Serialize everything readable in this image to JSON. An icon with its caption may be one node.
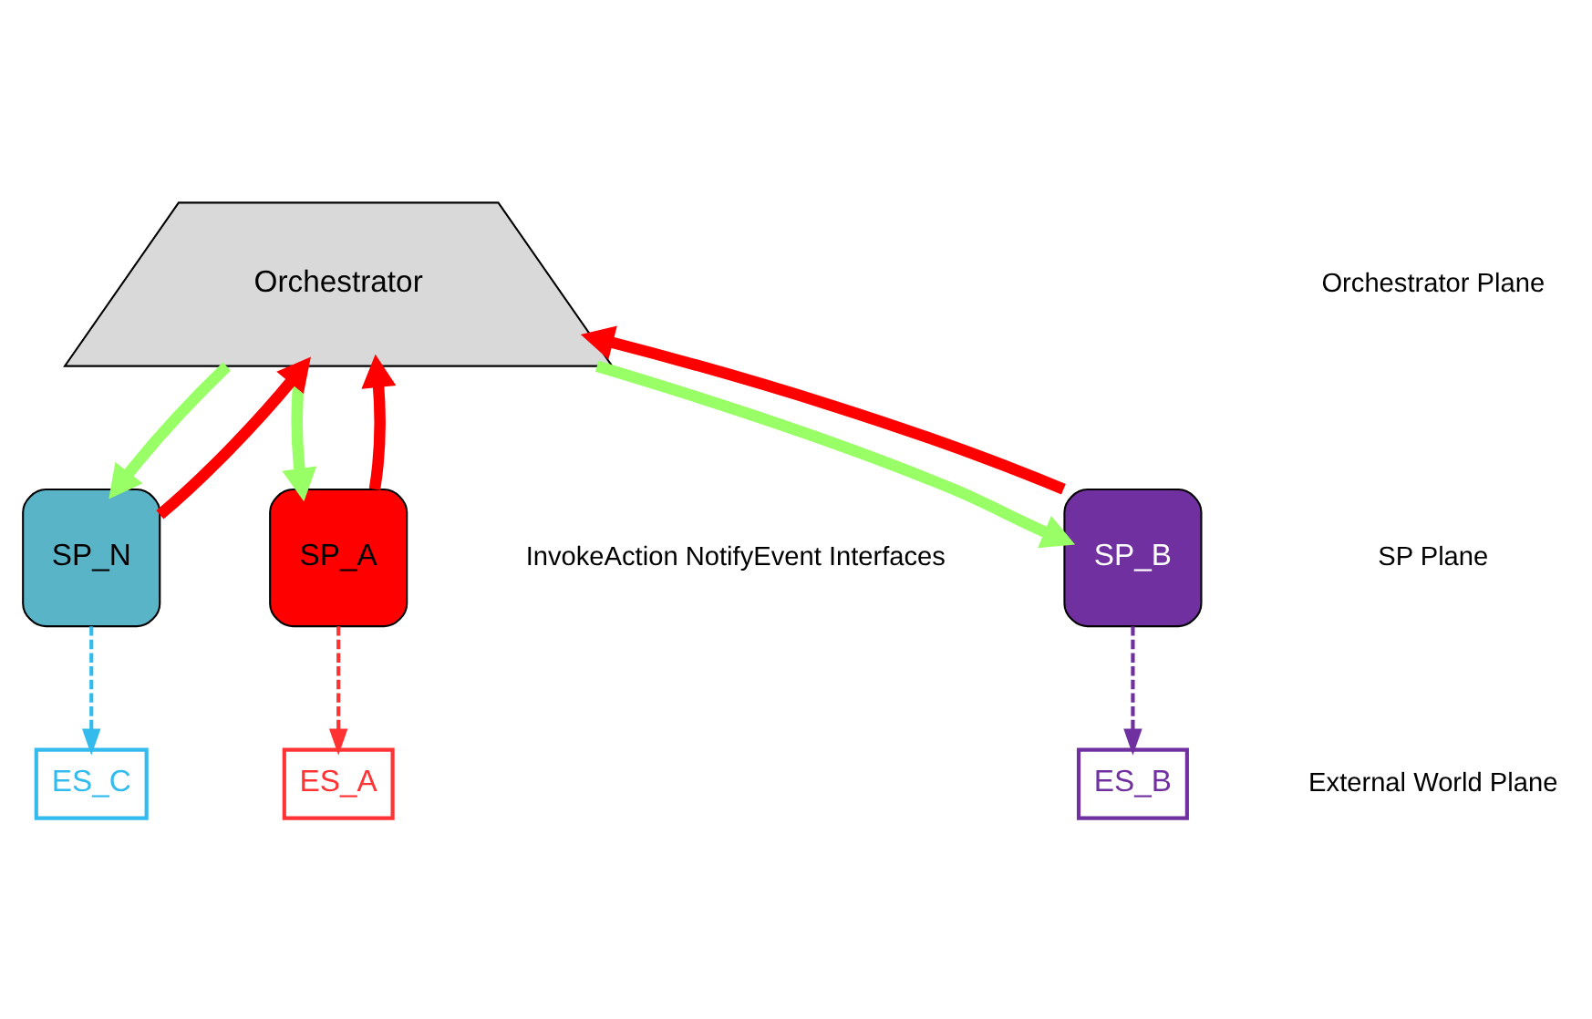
{
  "diagram": {
    "nodes": [
      {
        "text": [
          "Orchestrator"
        ]
      },
      {
        "text": [
          "SP_A"
        ]
      },
      {
        "text": [
          "SP_B"
        ]
      },
      {
        "text": [
          "SP_N"
        ]
      },
      {
        "text": [
          "ES_A"
        ]
      },
      {
        "text": [
          "ES_B"
        ]
      },
      {
        "text": [
          "ES_C"
        ]
      }
    ],
    "edges": [
      {
        "from": 1,
        "to": 0,
        "arrow": "to",
        "color": "#ff0000"
      },
      {
        "from": 0,
        "to": 1,
        "arrow": "to",
        "color": "#99ff66"
      },
      {
        "from": 2,
        "to": 0,
        "arrow": "to",
        "color": "#ff0000"
      },
      {
        "from": 0,
        "to": 2,
        "arrow": "to",
        "color": "#99ff66"
      },
      {
        "from": 3,
        "to": 0,
        "arrow": "to",
        "color": "#ff0000"
      },
      {
        "from": 0,
        "to": 3,
        "arrow": "to",
        "color": "#99ff66"
      },
      {
        "from": 1,
        "to": 4,
        "arrow": "to",
        "style": "dashed",
        "color": "#ff3333"
      },
      {
        "from": 2,
        "to": 5,
        "arrow": "to",
        "style": "dashed",
        "color": "#7030a0"
      },
      {
        "from": 3,
        "to": 6,
        "arrow": "to",
        "style": "dashed",
        "color": "#33bbee"
      }
    ],
    "labels": [
      "Orchestrator Plane",
      "InvokeAction NotifyEvent Interfaces",
      "SP Plane",
      "External World Plane"
    ]
  }
}
